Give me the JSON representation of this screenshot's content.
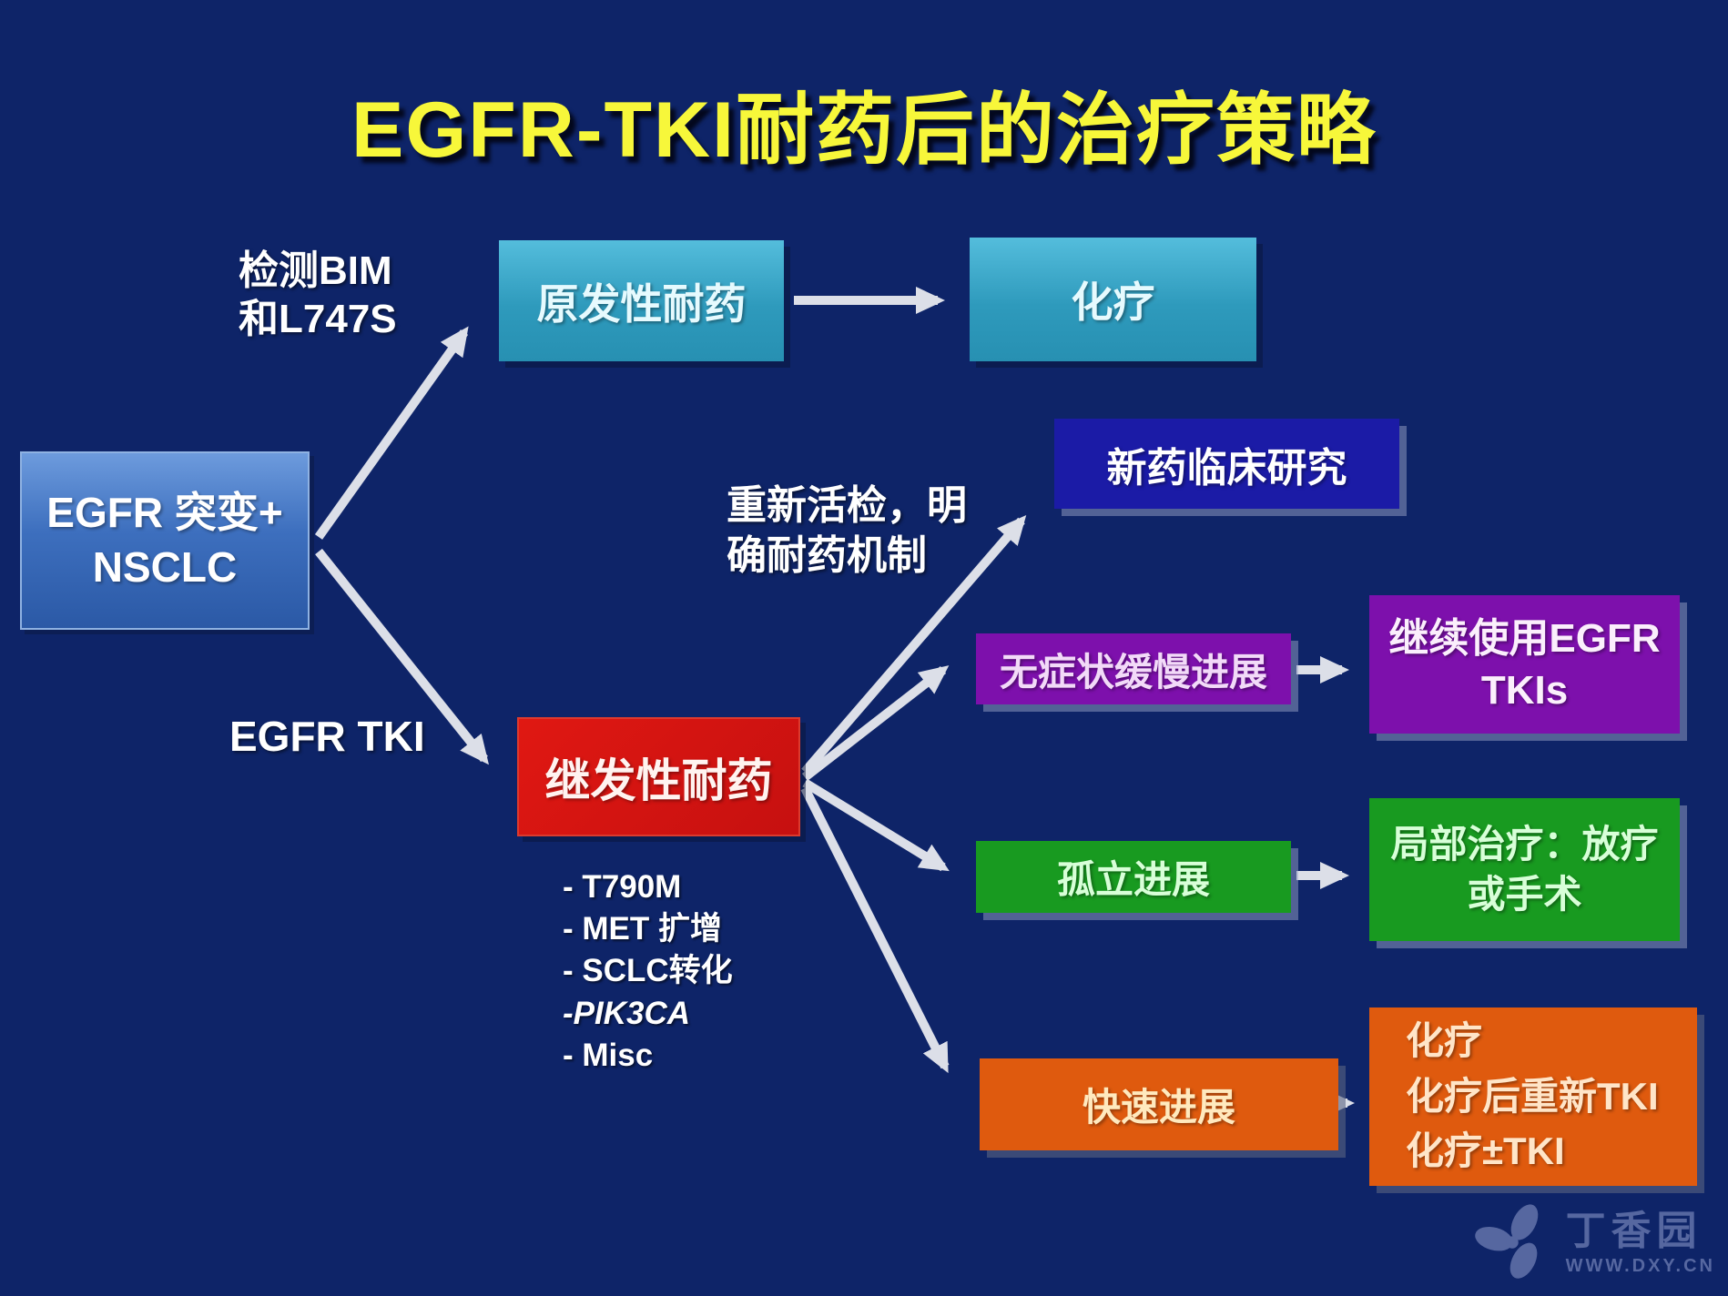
{
  "title": "EGFR-TKI耐药后的治疗策略",
  "nodes": {
    "egfr_nsclc": "EGFR 突变+\nNSCLC",
    "primary_resistance": "原发性耐药",
    "chemotherapy": "化疗",
    "new_drug_trial": "新药临床研究",
    "secondary_resistance": "继发性耐药",
    "asymptomatic_slow": "无症状缓慢进展",
    "continue_egfr_tkis": "继续使用EGFR\nTKIs",
    "isolated_progression": "孤立进展",
    "local_treatment": "局部治疗：放疗\n或手术",
    "rapid_progression": "快速进展",
    "chemo_options": "化疗\n化疗后重新TKI\n化疗±TKI"
  },
  "labels": {
    "detect_bim": "检测BIM\n和L747S",
    "egfr_tki": "EGFR TKI",
    "rebiopsy": "重新活检，明\n确耐药机制"
  },
  "mechanisms": [
    "- T790M",
    "- MET 扩增",
    "- SCLC转化",
    "-PIK3CA",
    "- Misc"
  ],
  "watermark": {
    "site_name": "丁香园",
    "site_url": "WWW.DXY.CN"
  },
  "colors": {
    "background": "#0E2468",
    "title": "#F7F73A",
    "teal_box": "#2F9CBE",
    "blue_box": "#3A6CBC",
    "navy_box": "#1B1BA6",
    "red_box": "#CE1212",
    "purple_box": "#7D10AC",
    "green_box": "#189A20",
    "orange_box": "#DF5A0E",
    "arrow": "#DCDFE8"
  }
}
